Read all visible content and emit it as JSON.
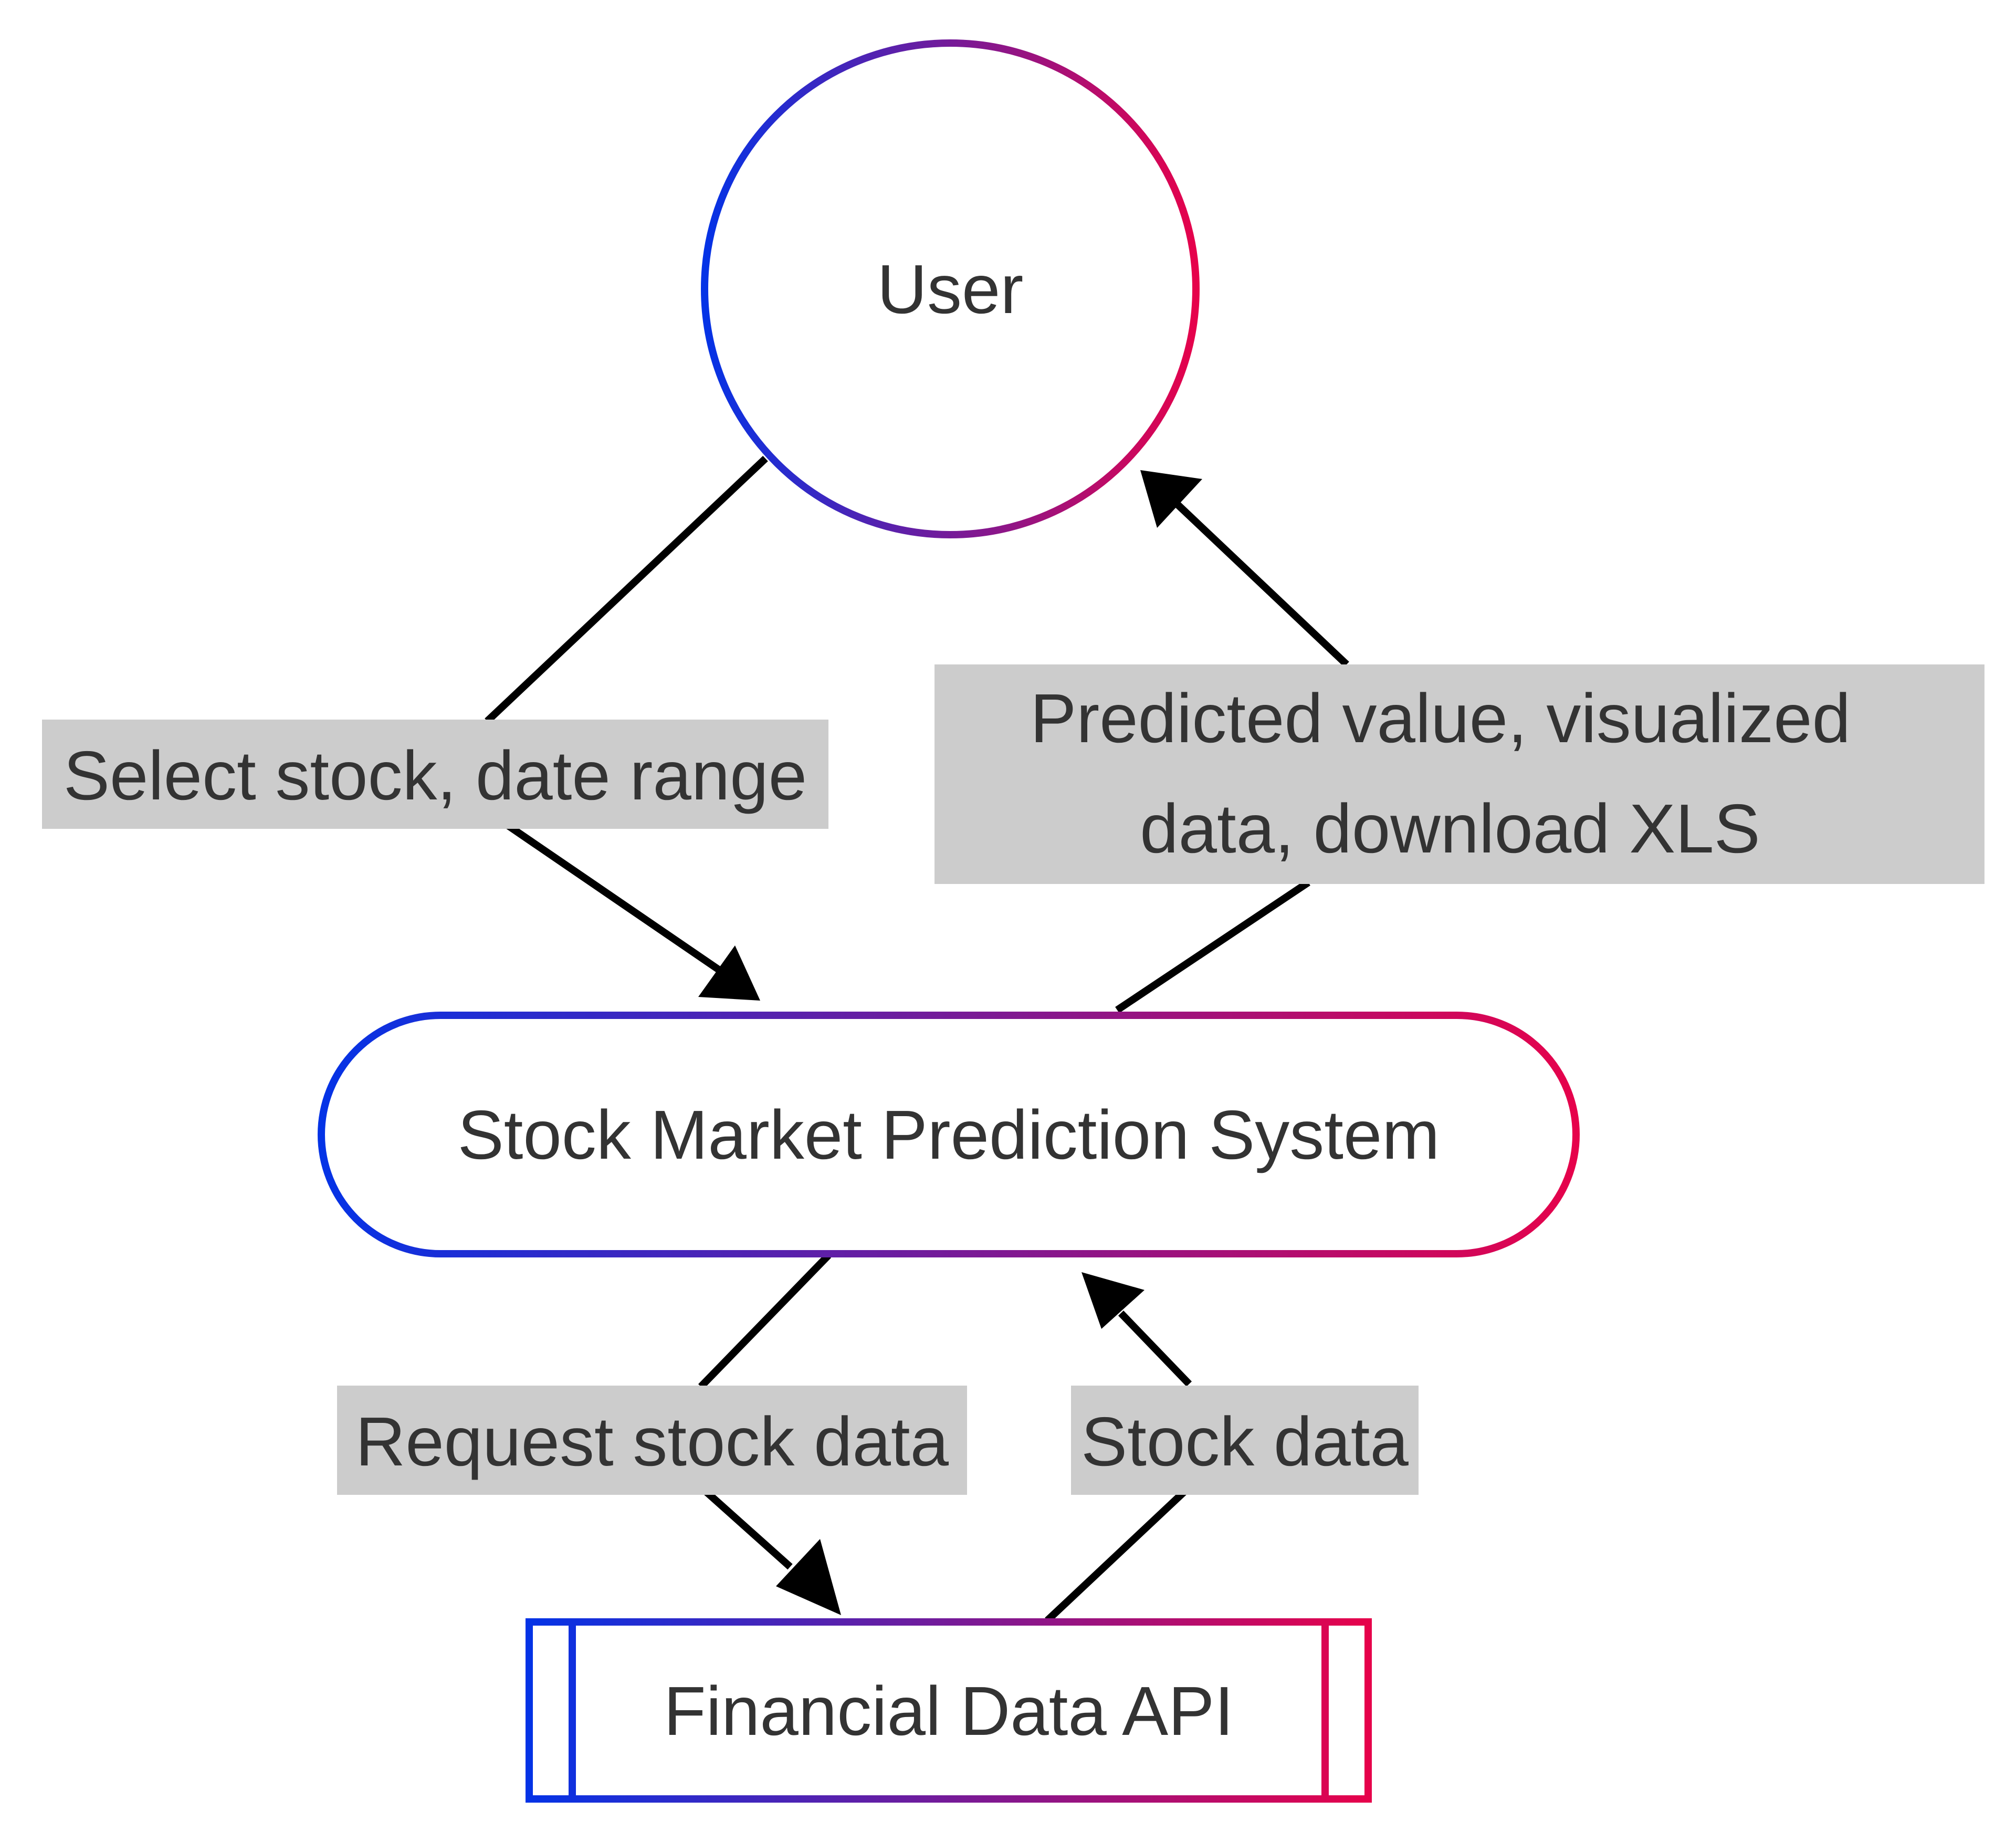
{
  "colors": {
    "gradient_start": "#0433e6",
    "gradient_end": "#e6024b",
    "edge_label_background": "#cccccc",
    "text": "#333333",
    "edge": "#000000"
  },
  "nodes": {
    "user": {
      "label": "User",
      "shape": "circle"
    },
    "system": {
      "label": "Stock Market Prediction System",
      "shape": "stadium"
    },
    "api": {
      "label": "Financial Data API",
      "shape": "subroutine"
    }
  },
  "edges": {
    "user_to_system": {
      "from": "User",
      "to": "Stock Market Prediction System",
      "label": "Select stock, date range"
    },
    "system_to_user": {
      "from": "Stock Market Prediction System",
      "to": "User",
      "label_lines": [
        "Predicted value, visualized",
        "data, download XLS"
      ]
    },
    "system_to_api": {
      "from": "Stock Market Prediction System",
      "to": "Financial Data API",
      "label": "Request stock data"
    },
    "api_to_system": {
      "from": "Financial Data API",
      "to": "Stock Market Prediction System",
      "label": "Stock data"
    }
  }
}
